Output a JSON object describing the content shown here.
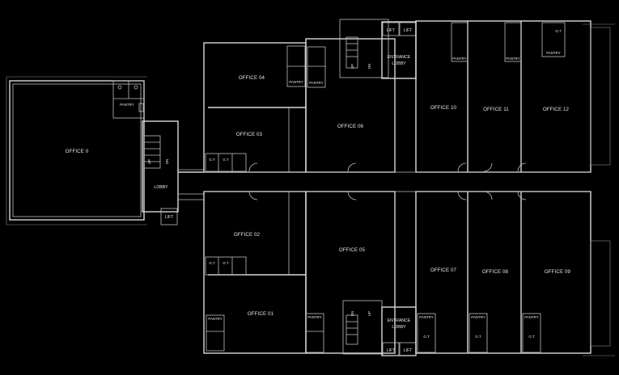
{
  "offices": {
    "office_0": "OFFICE 0",
    "office_01": "OFFICE 01",
    "office_02": "OFFICE 02",
    "office_03": "OFFICE 03",
    "office_04": "OFFICE 04",
    "office_05": "OFFICE 05",
    "office_06": "OFFICE 06",
    "office_07": "OFFICE 07",
    "office_08": "OFFICE 08",
    "office_09": "OFFICE 09",
    "office_10": "OFFICE 10",
    "office_11": "OFFICE 11",
    "office_12": "OFFICE 12"
  },
  "labels": {
    "lobby": "LOBBY",
    "entrance_lobby_line1": "ENTRANCE",
    "entrance_lobby_line2": "LOBBY",
    "lift": "LIFT",
    "pantry": "PANTRY",
    "up": "UP",
    "dn": "DN",
    "gt": "G.T"
  },
  "colors": {
    "background": "#000000",
    "lines": "#d8d8d8"
  }
}
